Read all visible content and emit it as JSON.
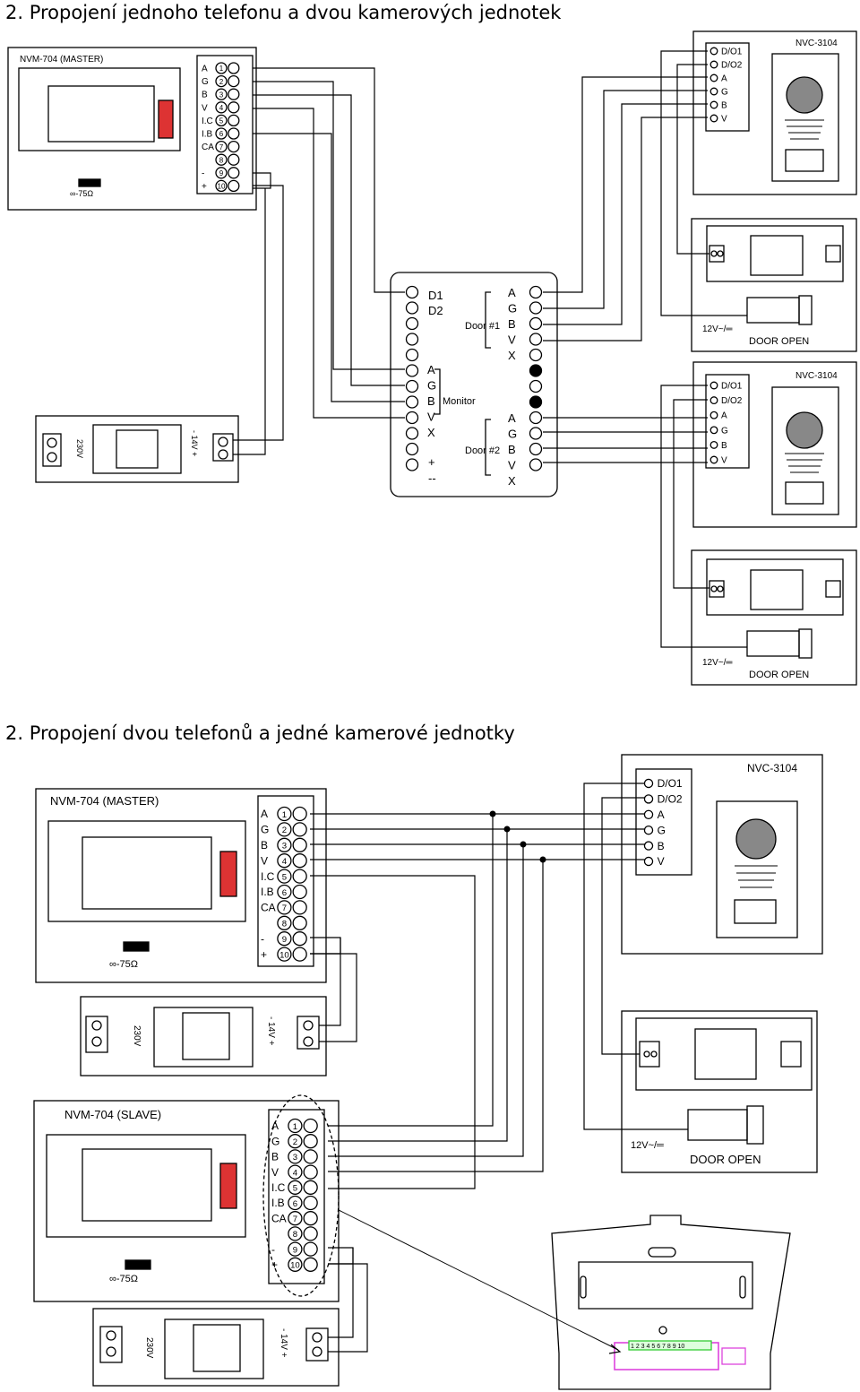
{
  "section1": {
    "heading": "2. Propojení jednoho telefonu a dvou kamerových jednotek",
    "master_label": "NVM-704 (MASTER)",
    "outdoor1_label": "NVC-3104",
    "outdoor2_label": "NVC-3104",
    "hub_labels": {
      "d1": "D1",
      "d2": "D2",
      "door1": "Door #1",
      "door2": "Door #2",
      "monitor": "Monitor",
      "plus": "+",
      "minus": "--"
    },
    "door_open": "DOOR OPEN",
    "lock_voltage": "12V~/═"
  },
  "section2": {
    "heading": "2. Propojení dvou telefonů a jedné kamerové jednotky",
    "master_label": "NVM-704 (MASTER)",
    "slave_label": "NVM-704 (SLAVE)",
    "outdoor_label": "NVC-3104",
    "door_open": "DOOR OPEN",
    "lock_voltage": "12V~/═"
  },
  "common": {
    "terminal_letters": [
      "A",
      "G",
      "B",
      "V",
      "I.C",
      "I.B",
      "CA",
      "",
      "-",
      "+"
    ],
    "terminal_numbers": [
      "1",
      "2",
      "3",
      "4",
      "5",
      "6",
      "7",
      "8",
      "9",
      "10"
    ],
    "outdoor_terminals": [
      "D/O1",
      "D/O2",
      "A",
      "G",
      "B",
      "V"
    ],
    "hub_door_letters": [
      "A",
      "G",
      "B",
      "V",
      "X"
    ],
    "hub_monitor_letters": [
      "A",
      "G",
      "B",
      "V",
      "X"
    ],
    "impedance": "∞-75Ω",
    "psu_output": "- 14V +",
    "psu_input": "230V",
    "psu_12v": "12V",
    "psu_230v": "230V",
    "tilde": "~",
    "pcb_digits": "1 2 3 4 5 6 7 8 9 10"
  }
}
